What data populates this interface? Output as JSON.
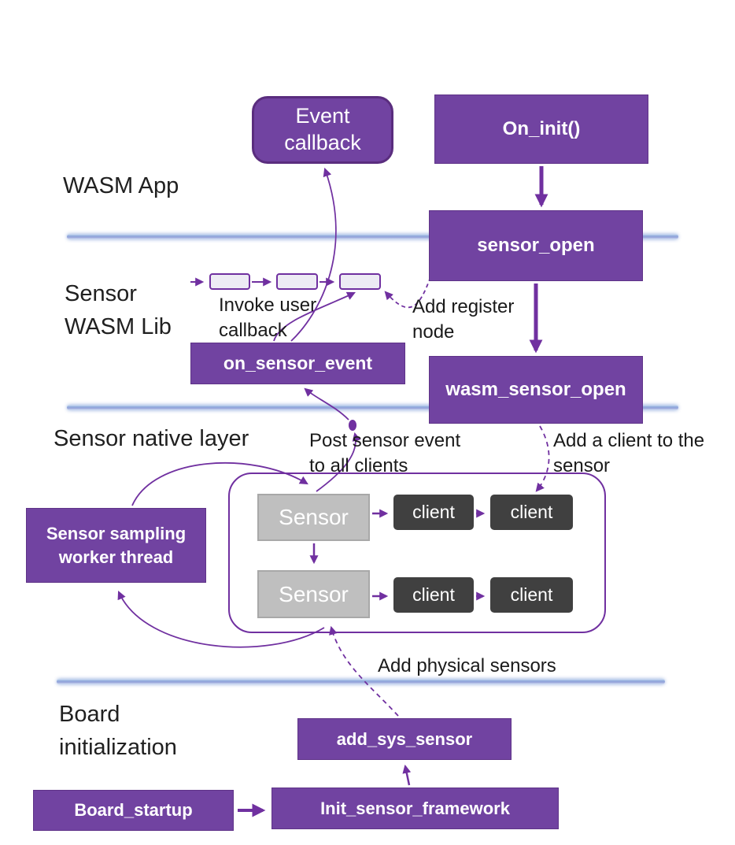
{
  "layers": {
    "wasm_app": "WASM App",
    "sensor_wasm_lib": "Sensor WASM Lib",
    "sensor_native_layer": "Sensor native layer",
    "board_initialization": "Board initialization"
  },
  "boxes": {
    "event_callback": "Event callback",
    "on_init": "On_init()",
    "sensor_open": "sensor_open",
    "on_sensor_event": "on_sensor_event",
    "wasm_sensor_open": "wasm_sensor_open",
    "sensor_sampling_worker_thread": "Sensor sampling worker thread",
    "add_sys_sensor": "add_sys_sensor",
    "board_startup": "Board_startup",
    "init_sensor_framework": "Init_sensor_framework",
    "sensor_1": "Sensor",
    "sensor_2": "Sensor",
    "client_1": "client",
    "client_2": "client",
    "client_3": "client",
    "client_4": "client"
  },
  "annotations": {
    "invoke_user_callback": "Invoke user callback",
    "add_register_node": "Add register node",
    "post_sensor_event": "Post sensor event to all clients",
    "add_client_to_sensor": "Add a client to the sensor",
    "add_physical_sensors": "Add physical sensors"
  },
  "colors": {
    "purple": "#7030A0",
    "box_purple": "#7143A1",
    "sensor_gray": "#BFBFBF",
    "client_dark": "#404040",
    "divider_blue": "#8FAADC"
  }
}
